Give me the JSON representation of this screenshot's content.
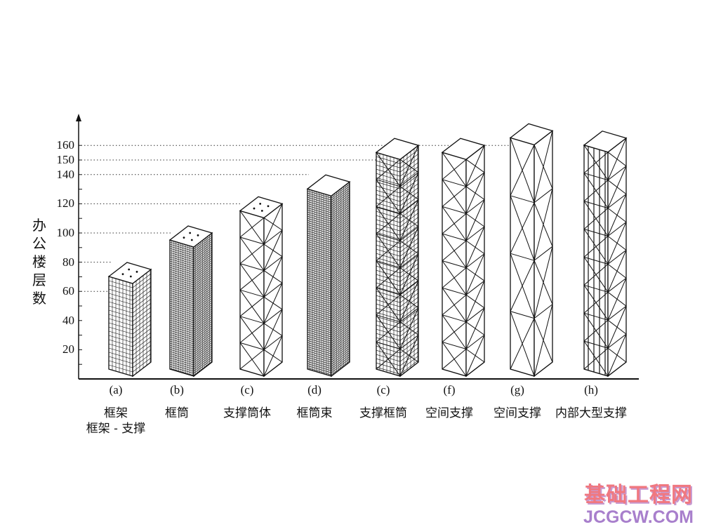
{
  "y_axis": {
    "label": "办公楼层数",
    "ticks": [
      "20",
      "40",
      "60",
      "80",
      "100",
      "120",
      "140",
      "150",
      "160"
    ],
    "tick_values": [
      20,
      40,
      60,
      80,
      100,
      120,
      140,
      150,
      160
    ],
    "reference_lines": [
      60,
      80,
      100,
      120,
      140,
      150,
      160
    ]
  },
  "systems": [
    {
      "letter": "(a)",
      "name": "框架",
      "name2": "框架 - 支撑",
      "floors": 75,
      "style": "grid"
    },
    {
      "letter": "(b)",
      "name": "框筒",
      "floors": 100,
      "style": "grid"
    },
    {
      "letter": "(c)",
      "name": "支撑筒体",
      "floors": 120,
      "style": "brace"
    },
    {
      "letter": "(d)",
      "name": "框筒束",
      "floors": 135,
      "style": "grid"
    },
    {
      "letter": "(c)",
      "name": "支撑框筒",
      "floors": 160,
      "style": "gridbrace"
    },
    {
      "letter": "(f)",
      "name": "空间支撑",
      "floors": 160,
      "style": "space"
    },
    {
      "letter": "(g)",
      "name": "空间支撑",
      "floors": 170,
      "style": "spaceg"
    },
    {
      "letter": "(h)",
      "name": "内部大型支撑",
      "floors": 165,
      "style": "internal"
    }
  ],
  "watermark": {
    "cn": "基础工程网",
    "en": "JCGCW.COM",
    "cn_color": "#f07880",
    "en_color": "#a87fcc"
  }
}
